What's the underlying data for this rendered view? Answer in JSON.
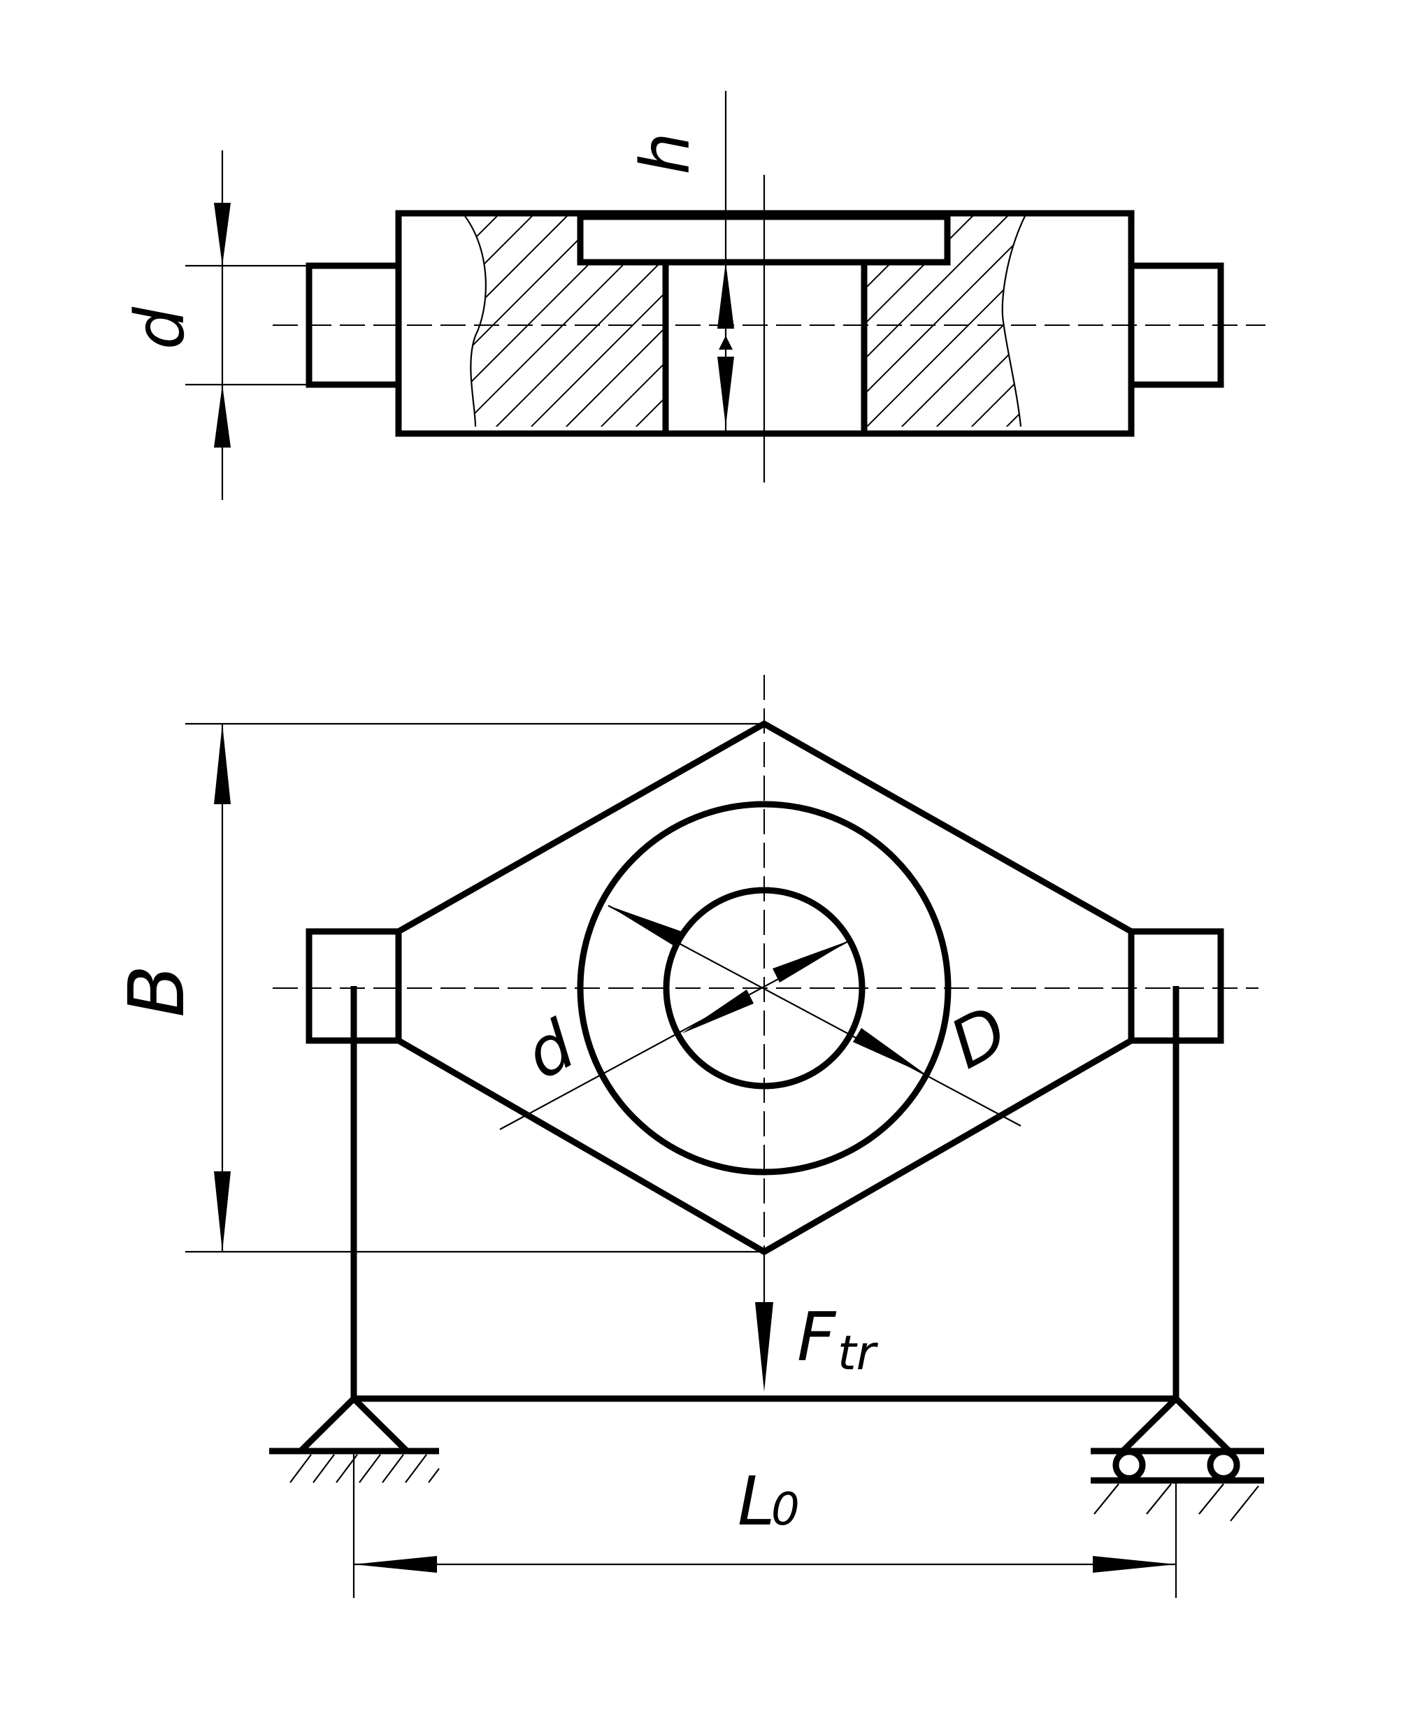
{
  "labels": {
    "h": "h",
    "d_top": "d",
    "B": "B",
    "d_inner": "d",
    "D_outer": "D",
    "force_main": "F",
    "force_sub": "tr",
    "span_main": "L",
    "span_sub": "0"
  },
  "colors": {
    "line": "#000000",
    "background": "#ffffff"
  },
  "symbols": {
    "fixed_support": "pinned-support-icon",
    "roller_support": "roller-support-icon",
    "force_arrow": "down-arrow-icon"
  }
}
